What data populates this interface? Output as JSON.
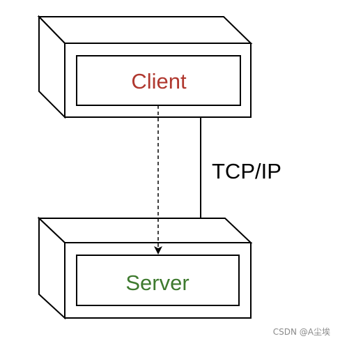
{
  "nodes": {
    "client": {
      "label": "Client",
      "color": "#b0382f"
    },
    "server": {
      "label": "Server",
      "color": "#3e7a2e"
    }
  },
  "connection": {
    "label": "TCP/IP"
  },
  "watermark": "CSDN @A尘埃"
}
